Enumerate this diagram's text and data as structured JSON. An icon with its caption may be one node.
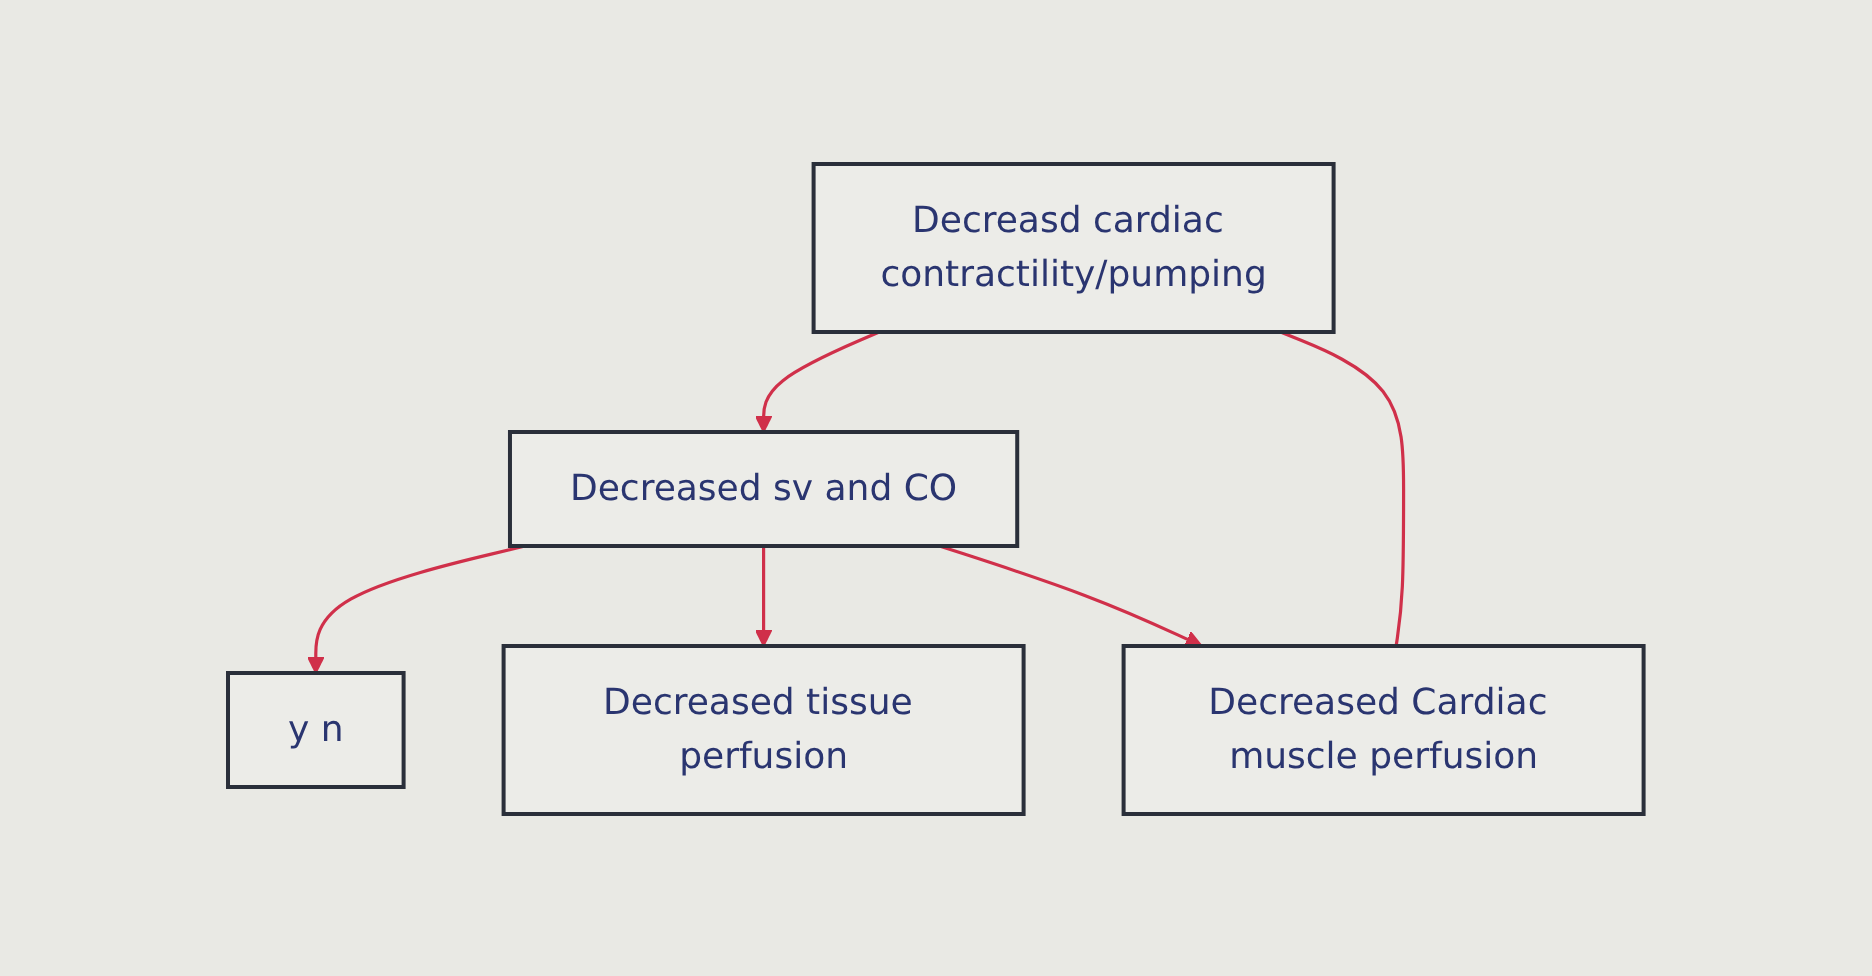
{
  "diagram": {
    "nodes": [
      {
        "text": [
          "Decreasd cardiac contractility/pumping"
        ]
      },
      {
        "text": [
          "Decreased sv and CO"
        ]
      },
      {
        "text": [
          "y n"
        ]
      },
      {
        "text": [
          "Decreased tissue perfusion"
        ]
      },
      {
        "text": [
          "Decreased Cardiac muscle perfusion"
        ]
      }
    ],
    "edges": [
      {
        "from": 0,
        "to": 1,
        "arrow": "to"
      },
      {
        "from": 1,
        "to": 2,
        "arrow": "to"
      },
      {
        "from": 1,
        "to": 3,
        "arrow": "to"
      },
      {
        "from": 1,
        "to": 4,
        "arrow": "to"
      },
      {
        "from": 4,
        "to": 0,
        "arrow": "none"
      }
    ]
  }
}
